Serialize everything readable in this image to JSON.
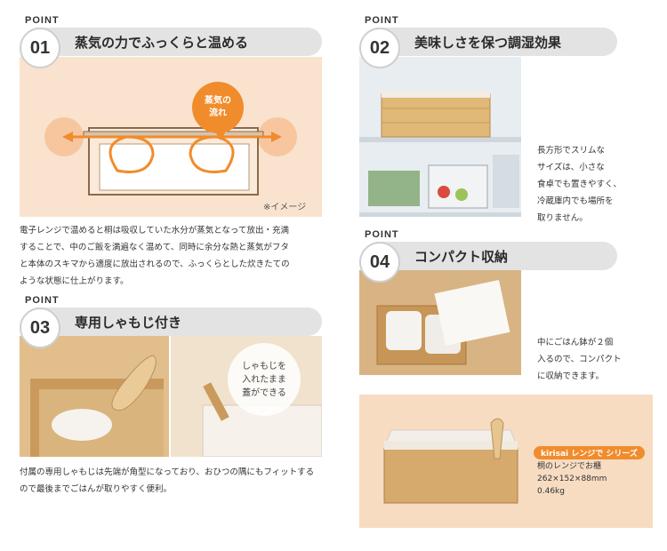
{
  "point_label": "POINT",
  "sections": [
    {
      "number": "01",
      "title": "蒸気の力でふっくらと温める",
      "bubble_line1": "蒸気の",
      "bubble_line2": "流れ",
      "note": "※イメージ",
      "body": [
        "電子レンジで温めると桐は吸収していた水分が蒸気となって放出・充満",
        "することで、中のご飯を満遍なく温めて、同時に余分な熱と蒸気がフタ",
        "と本体のスキマから適度に放出されるので、ふっくらとした炊きたての",
        "ような状態に仕上がります。"
      ]
    },
    {
      "number": "02",
      "title": "美味しさを保つ調湿効果",
      "side": [
        "長方形でスリムな",
        "サイズは、小さな",
        "食卓でも置きやすく、",
        "冷蔵庫内でも場所を",
        "取りません。"
      ]
    },
    {
      "number": "03",
      "title": "専用しゃもじ付き",
      "bubble_line1": "しゃもじを",
      "bubble_line2": "入れたまま",
      "bubble_line3": "蓋ができる",
      "body": [
        "付属の専用しゃもじは先端が角型になっており、おひつの隅にもフィットする",
        "ので最後までごはんが取りやすく便利。"
      ]
    },
    {
      "number": "04",
      "title": "コンパクト収納",
      "side": [
        "中にごはん鉢が２個",
        "入るので、コンパクト",
        "に収納できます。"
      ]
    }
  ],
  "series": {
    "tag": "kirisai レンジで シリーズ",
    "lines": [
      "桐のレンジでお櫃",
      "262×152×88mm",
      "0.46kg"
    ]
  },
  "colors": {
    "accent": "#f08c2c",
    "bar": "#e3e3e3",
    "panel": "#f7dcc2"
  }
}
